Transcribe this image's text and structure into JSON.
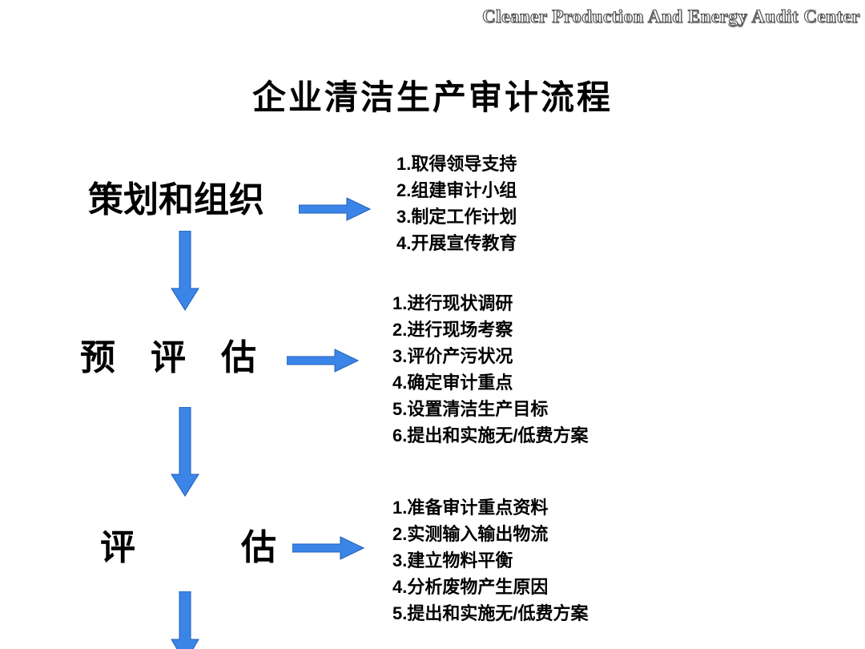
{
  "colors": {
    "arrow_blue": "#3C85E8",
    "arrow_outline": "#1D5FB8",
    "text": "#000000",
    "watermark_fill": "#FFFFFF",
    "watermark_outline": "#4D4D4D"
  },
  "watermark": "Cleaner Production And Energy Audit Center",
  "title": "企业清洁生产审计流程",
  "stages": [
    {
      "label": "策划和组织",
      "items": [
        "1.取得领导支持",
        "2.组建审计小组",
        "3.制定工作计划",
        "4.开展宣传教育"
      ]
    },
    {
      "label": "预　评　估",
      "items": [
        "1.进行现状调研",
        "2.进行现场考察",
        "3.评价产污状况",
        "4.确定审计重点",
        "5.设置清洁生产目标",
        "6.提出和实施无/低费方案"
      ]
    },
    {
      "label": "评　　　估",
      "items": [
        "1.准备审计重点资料",
        "2.实测输入输出物流",
        "3.建立物料平衡",
        "4.分析废物产生原因",
        "5.提出和实施无/低费方案"
      ]
    }
  ]
}
